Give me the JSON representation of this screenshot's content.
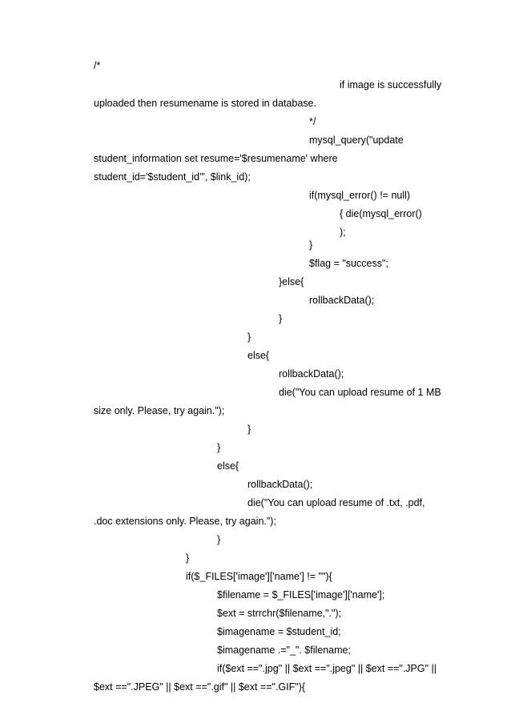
{
  "document": {
    "lines": [
      "/*",
      "if image is successfully",
      "uploaded then resumename is stored in database.",
      "*/",
      "mysql_query(\"update",
      "student_information set resume='$resumename' where",
      "student_id='$student_id'\", $link_id);",
      "if(mysql_error() != null)",
      "{ die(mysql_error()",
      ");",
      "}",
      "$flag = \"success\";",
      "}else{",
      "rollbackData();",
      "}",
      "}",
      "else{",
      "rollbackData();",
      "die(\"You can upload resume of 1 MB",
      "size only. Please, try again.\");",
      "}",
      "}",
      "else{",
      "rollbackData();",
      "die(\"You can upload resume of .txt, .pdf,",
      ".doc extensions only. Please, try again.\");",
      "}",
      "}",
      "if($_FILES['image']['name'] != \"\"){",
      "$filename = $_FILES['image']['name'];",
      "$ext = strrchr($filename,\".\");",
      "$imagename = $student_id;",
      "$imagename .=\"_\". $filename;",
      "if($ext ==\".jpg\" || $ext ==\".jpeg\" || $ext ==\".JPG\" ||",
      "$ext ==\".JPEG\" || $ext ==\".gif\" || $ext ==\".GIF\"){"
    ]
  }
}
